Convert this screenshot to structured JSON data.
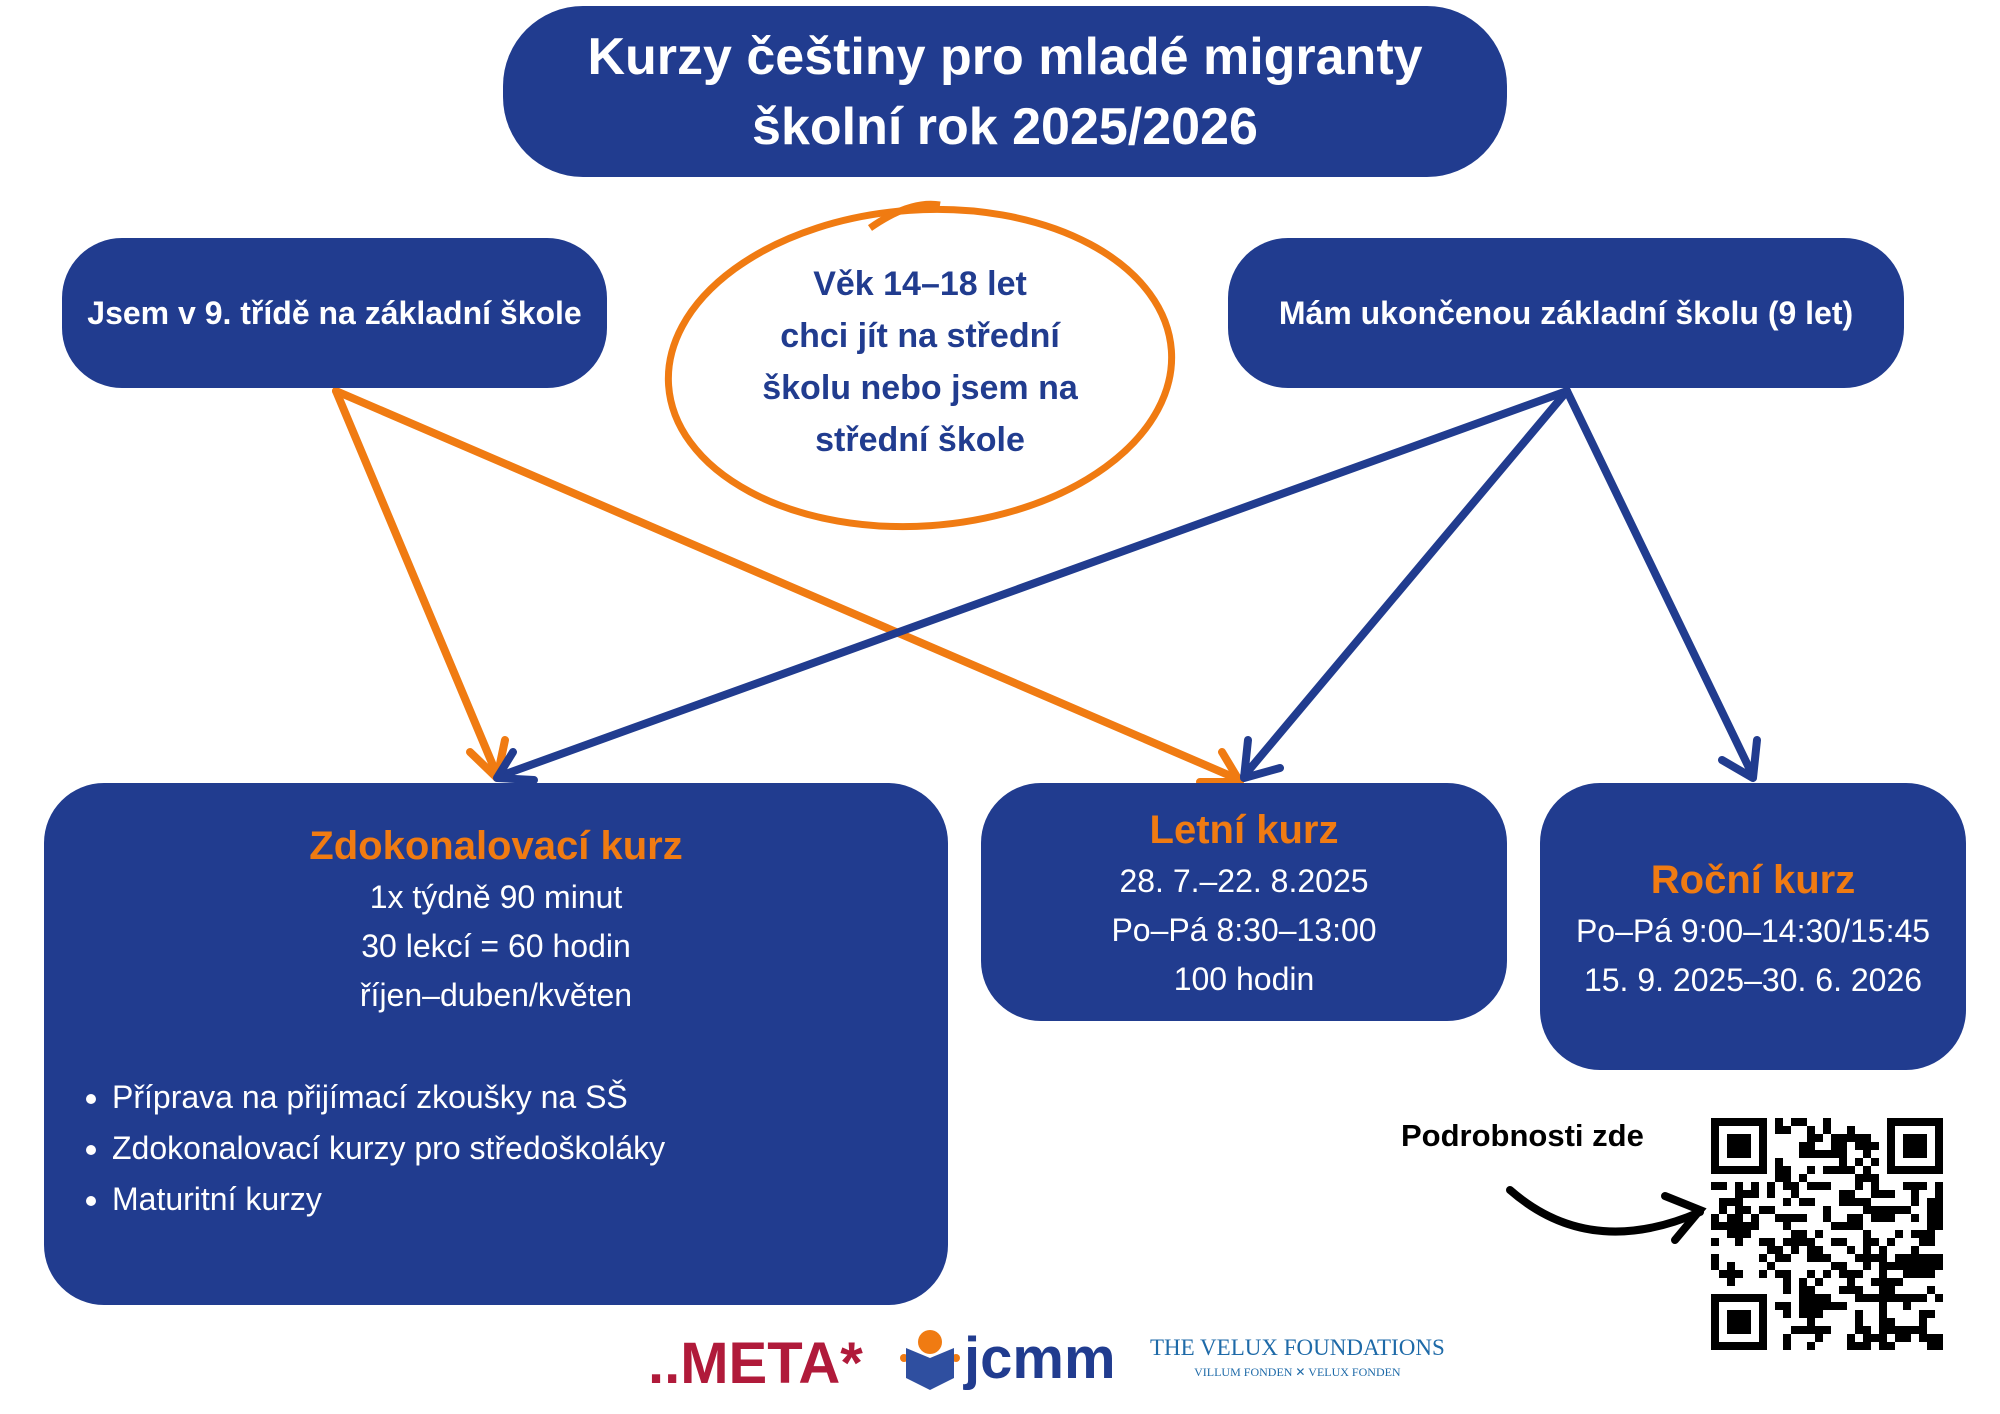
{
  "title": {
    "line1": "Kurzy češtiny pro mladé migranty",
    "line2": "školní rok 2025/2026"
  },
  "questions": {
    "left": "Jsem v 9. třídě na základní škole",
    "right": "Mám ukončenou základní školu (9 let)",
    "center": [
      "Věk 14–18 let",
      "chci jít na střední",
      "školu nebo jsem na",
      "střední škole"
    ]
  },
  "courses": [
    {
      "title": "Zdokonalovací kurz",
      "lines": [
        "1x týdně 90 minut",
        "30 lekcí = 60 hodin",
        "říjen–duben/květen"
      ],
      "bullets": [
        "Příprava na přijímací zkoušky na SŠ",
        "Zdokonalovací kurzy pro středoškoláky",
        "Maturitní kurzy"
      ]
    },
    {
      "title": "Letní kurz",
      "lines": [
        "28. 7.–22. 8.2025",
        "Po–Pá 8:30–13:00",
        "100 hodin"
      ]
    },
    {
      "title": "Roční kurz",
      "lines": [
        "Po–Pá 9:00–14:30/15:45",
        "15. 9. 2025–30. 6. 2026"
      ]
    }
  ],
  "details_label": "Podrobnosti zde",
  "logos": {
    "meta": "..META*",
    "jcmm": "jcmm",
    "velux_main": "THE VELUX FOUNDATIONS",
    "velux_sub": "VILLUM FONDEN ✕ VELUX FONDEN"
  },
  "colors": {
    "navy": "#213c8f",
    "orange": "#f07b12"
  }
}
